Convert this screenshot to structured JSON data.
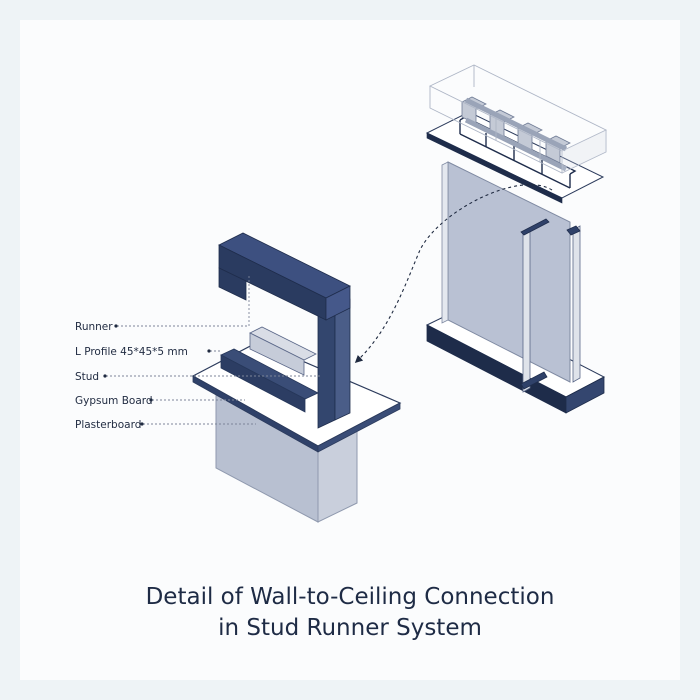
{
  "labels": {
    "runner": "Runner",
    "l_profile": "L Profile 45*45*5 mm",
    "stud": "Stud",
    "gypsum_board": "Gypsum Board",
    "plasterboard": "Plasterboard"
  },
  "title": {
    "line1": "Detail of Wall-to-Ceiling Connection",
    "line2": "in Stud Runner System"
  },
  "colors": {
    "navy": "#33466e",
    "navy_dark": "#26375a",
    "board": "#b9c1d2",
    "board_side": "#a7b0c3",
    "white": "#ffffff",
    "text": "#1f2a40"
  }
}
